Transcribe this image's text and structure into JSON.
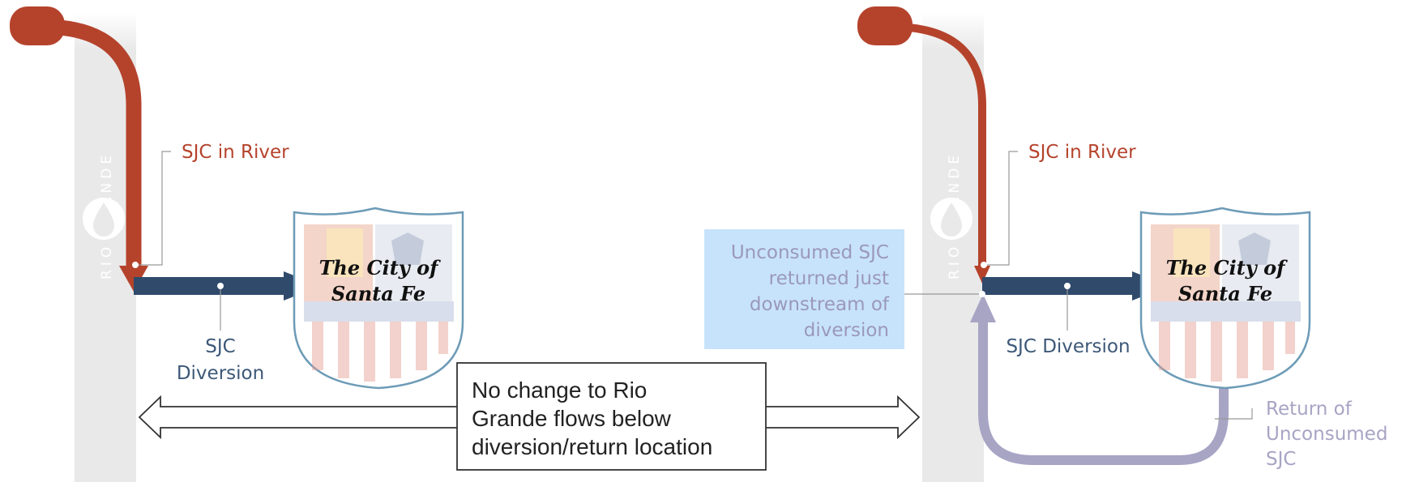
{
  "colors": {
    "sjc_red": "#b5432c",
    "diversion_blue": "#2f4a6b",
    "return_purple": "#a7a4c4",
    "river_gray": "#e9e9e9",
    "note_blue": "#c7e3fb"
  },
  "left_panel": {
    "river_label": "RIO GRANDE",
    "sjc_in_river": "SJC in River",
    "diversion_line1": "SJC",
    "diversion_line2": "Diversion",
    "city_line1": "The City of",
    "city_line2": "Santa Fe"
  },
  "right_panel": {
    "river_label": "RIO GRANDE",
    "sjc_in_river": "SJC in River",
    "diversion": "SJC Diversion",
    "city_line1": "The City of",
    "city_line2": "Santa Fe",
    "note_line1": "Unconsumed SJC",
    "note_line2": "returned just",
    "note_line3": "downstream of",
    "note_line4": "diversion",
    "return_line1": "Return of",
    "return_line2": "Unconsumed",
    "return_line3": "SJC"
  },
  "center_box": {
    "line1": "No change to Rio",
    "line2": "Grande flows below",
    "line3": "diversion/return location"
  }
}
